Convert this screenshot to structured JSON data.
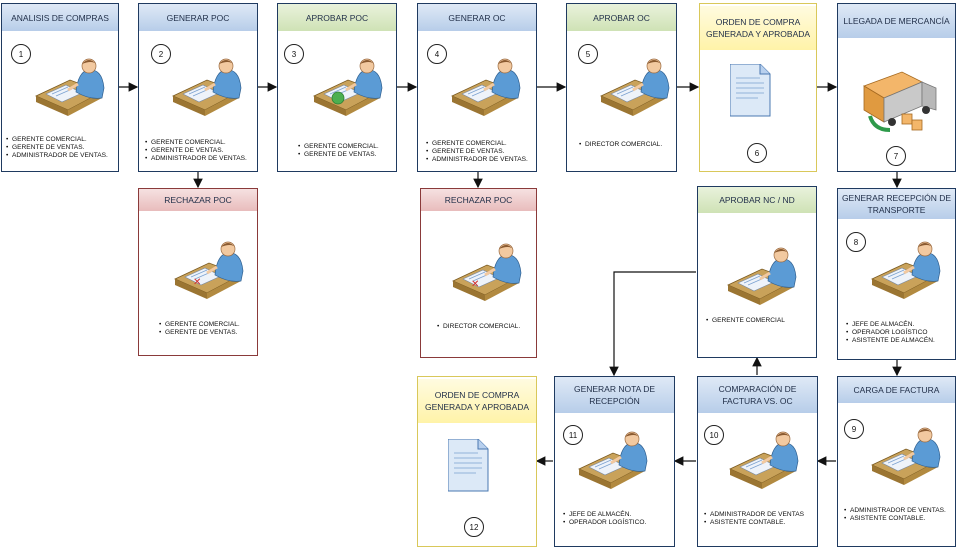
{
  "steps": {
    "s1": {
      "title": "ANALISIS DE COMPRAS",
      "number": "1",
      "roles": [
        "GERENTE COMERCIAL.",
        "GERENTE DE VENTAS.",
        "ADMINISTRADOR DE VENTAS."
      ]
    },
    "s2": {
      "title": "GENERAR POC",
      "number": "2",
      "roles": [
        "GERENTE COMERCIAL.",
        "GERENTE DE VENTAS.",
        "ADMINISTRADOR DE VENTAS."
      ]
    },
    "s3": {
      "title": "APROBAR POC",
      "number": "3",
      "roles": [
        "GERENTE COMERCIAL.",
        "GERENTE DE VENTAS."
      ]
    },
    "s4": {
      "title": "GENERAR OC",
      "number": "4",
      "roles": [
        "GERENTE COMERCIAL.",
        "GERENTE DE VENTAS.",
        "ADMINISTRADOR DE VENTAS."
      ]
    },
    "s5": {
      "title": "APROBAR OC",
      "number": "5",
      "roles": [
        "DIRECTOR COMERCIAL."
      ]
    },
    "s6": {
      "title": "ORDEN DE COMPRA GENERADA Y APROBADA",
      "number": "6"
    },
    "s7": {
      "title": "LLEGADA DE MERCANCÍA",
      "number": "7"
    },
    "r1": {
      "title": "RECHAZAR POC",
      "roles": [
        "GERENTE COMERCIAL.",
        "GERENTE DE VENTAS."
      ]
    },
    "r2": {
      "title": "RECHAZAR POC",
      "roles": [
        "DIRECTOR COMERCIAL."
      ]
    },
    "nc": {
      "title": "APROBAR NC / ND",
      "roles": [
        "GERENTE COMERCIAL"
      ]
    },
    "s8": {
      "title": "GENERAR RECEPCIÓN DE TRANSPORTE",
      "number": "8",
      "roles": [
        "JEFE DE ALMACÉN.",
        "OPERADOR LOGÍSTICO",
        "ASISTENTE DE ALMACÉN."
      ]
    },
    "s9": {
      "title": "CARGA DE FACTURA",
      "number": "9",
      "roles": [
        "ADMINISTRADOR DE VENTAS.",
        "ASISTENTE CONTABLE."
      ]
    },
    "s10": {
      "title": "COMPARACIÓN DE FACTURA VS. OC",
      "number": "10",
      "roles": [
        "ADMINISTRADOR DE VENTAS",
        "ASISTENTE CONTABLE."
      ]
    },
    "s11": {
      "title": "GENERAR NOTA DE RECEPCIÓN",
      "number": "11",
      "roles": [
        "JEFE DE ALMACÉN.",
        "OPERADOR LOGÍSTICO."
      ]
    },
    "s12": {
      "title": "ORDEN DE COMPRA GENERADA Y APROBADA",
      "number": "12"
    }
  }
}
